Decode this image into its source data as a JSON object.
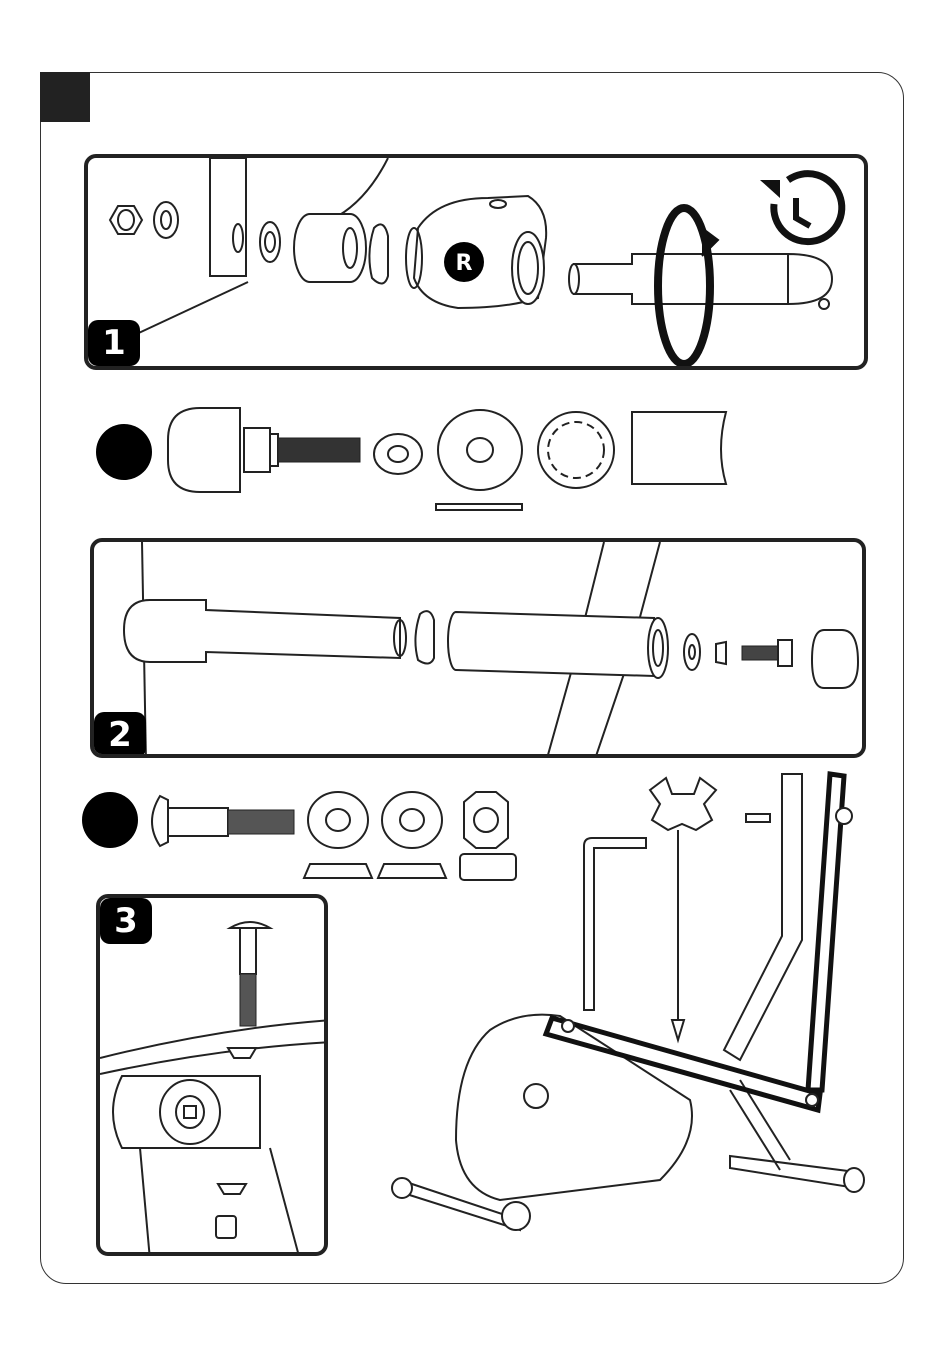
{
  "steps": {
    "step1": {
      "number": "1"
    },
    "step2": {
      "number": "2"
    },
    "step3": {
      "number": "3"
    }
  },
  "markers": {
    "right_side": "R"
  },
  "icons": {
    "time_icon": "clock-icon",
    "rotate_icon": "rotate-arrow-icon",
    "allen_key": "allen-key-icon",
    "multi_tool": "multi-tool-icon"
  },
  "colors": {
    "ink": "#222222",
    "badge": "#000000"
  }
}
